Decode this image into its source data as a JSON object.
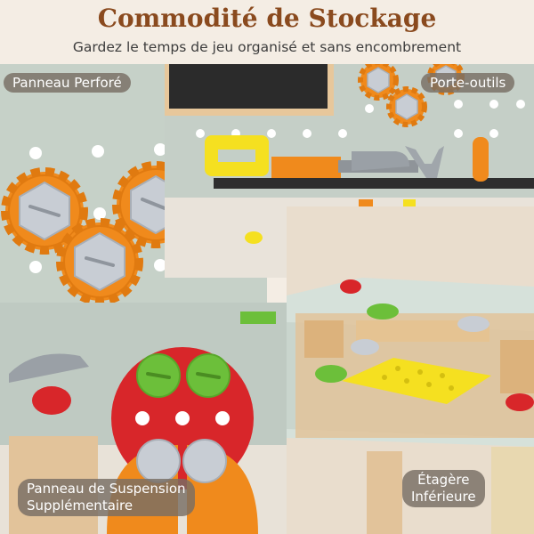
{
  "header": {
    "title": "Commodité de Stockage",
    "subtitle": "Gardez le temps de jeu organisé et sans encombrement"
  },
  "panels": {
    "top_left_label": "Panneau Perforé",
    "top_right_label": "Porte-outils",
    "bottom_left_label_line1": "Panneau de Suspension",
    "bottom_left_label_line2": "Supplémentaire",
    "bottom_right_label_line1": "Étagère",
    "bottom_right_label_line2": "Inférieure"
  },
  "colors": {
    "title": "#8a4a1e",
    "board": "#c4cfc6",
    "gear": "#f08a1c",
    "bolt": "#c8cdd4",
    "wood": "#e2c39a",
    "red": "#d8262a",
    "green": "#6cbf3a",
    "yellow": "#f5e020"
  }
}
